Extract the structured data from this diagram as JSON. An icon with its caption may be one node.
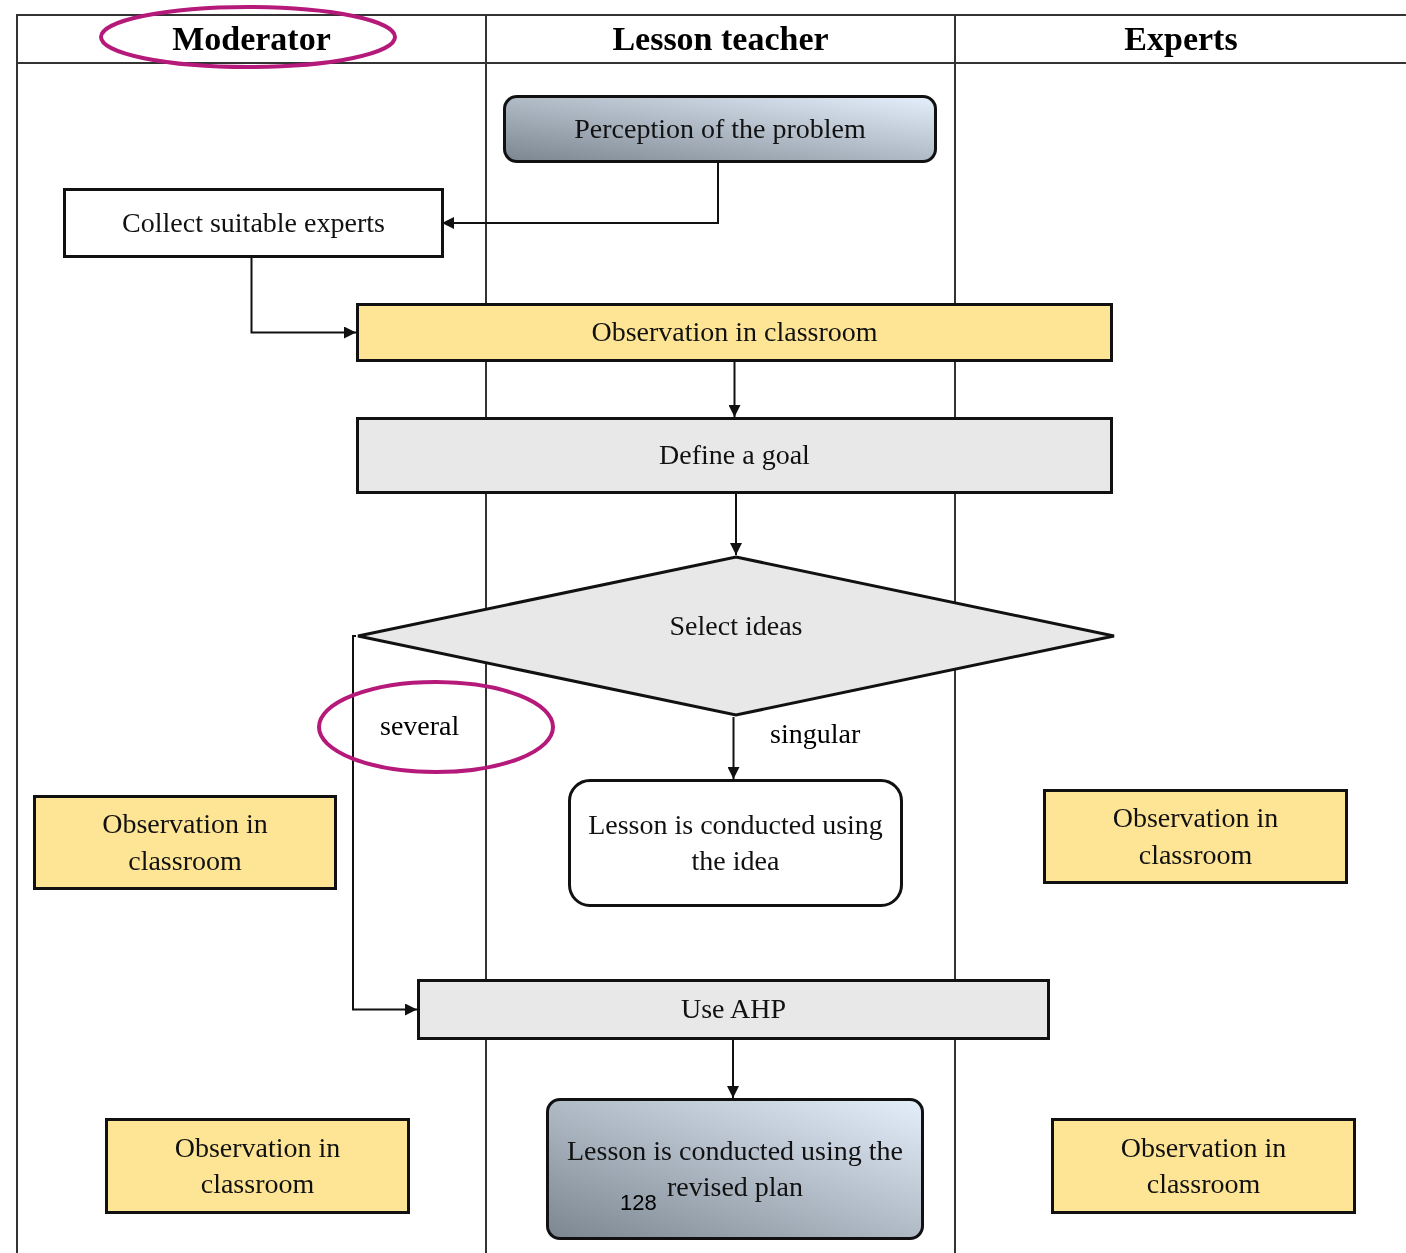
{
  "diagram": {
    "nodes": [
      {
        "text": [
          "Moderator"
        ]
      },
      {
        "text": [
          "Lesson teacher"
        ]
      },
      {
        "text": [
          "Experts"
        ]
      },
      {
        "text": [
          "Perception of the problem"
        ],
        "in": 1
      },
      {
        "text": [
          "Collect suitable experts"
        ],
        "in": 0
      },
      {
        "text": [
          "Observation in classroom"
        ]
      },
      {
        "text": [
          "Define a goal"
        ]
      },
      {
        "text": [
          "Select ideas"
        ]
      },
      {
        "text": [
          "Observation in classroom"
        ],
        "in": 0
      },
      {
        "text": [
          "Lesson is conducted using the idea"
        ],
        "in": 1
      },
      {
        "text": [
          "Observation in classroom"
        ],
        "in": 2
      },
      {
        "text": [
          "Use AHP"
        ]
      },
      {
        "text": [
          "Observation in classroom"
        ],
        "in": 0
      },
      {
        "text": [
          "Lesson is conducted using the revised plan"
        ],
        "in": 1
      },
      {
        "text": [
          "Observation in classroom"
        ],
        "in": 2
      }
    ],
    "edges": [
      {
        "from": 3,
        "to": 4,
        "arrow": "to"
      },
      {
        "from": 4,
        "to": 5,
        "arrow": "to"
      },
      {
        "from": 5,
        "to": 6,
        "arrow": "to"
      },
      {
        "from": 6,
        "to": 7,
        "arrow": "to"
      },
      {
        "from": 7,
        "to": 9,
        "arrow": "to",
        "label": "singular"
      },
      {
        "from": 7,
        "to": 11,
        "arrow": "to",
        "label": "several"
      },
      {
        "from": 11,
        "to": 13,
        "arrow": "to"
      }
    ],
    "labels": [
      "128"
    ]
  }
}
